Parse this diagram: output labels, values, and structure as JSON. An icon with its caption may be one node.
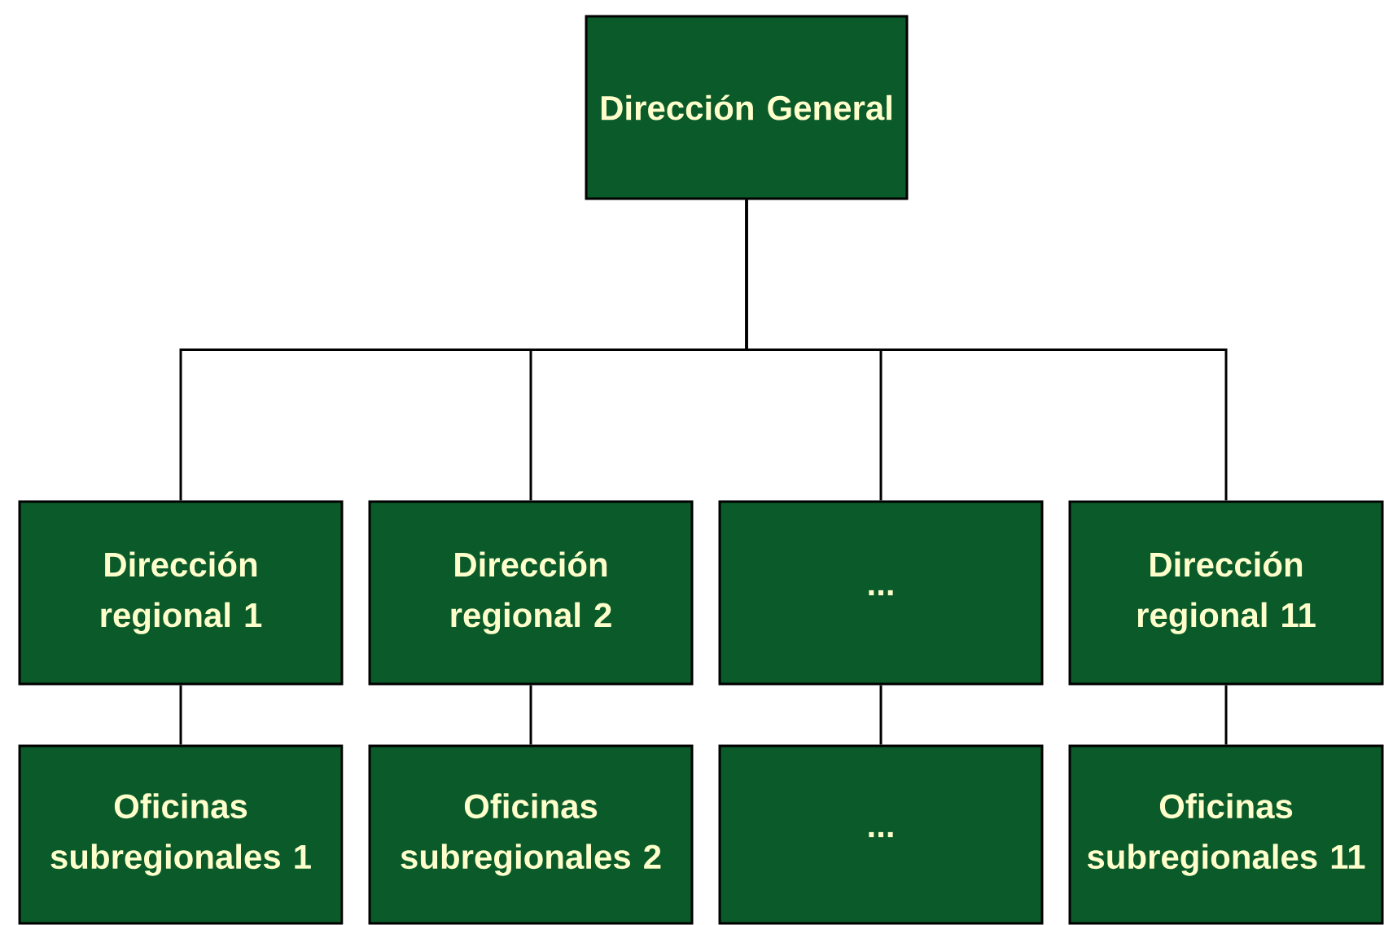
{
  "diagram": {
    "nodes": [
      {
        "text": [
          "Dirección General"
        ]
      },
      {
        "text": [
          "Dirección regional 1"
        ]
      },
      {
        "text": [
          "Dirección regional 2"
        ]
      },
      {
        "text": [
          "..."
        ]
      },
      {
        "text": [
          "Dirección regional 11"
        ]
      },
      {
        "text": [
          "Oficinas subregionales 1"
        ]
      },
      {
        "text": [
          "Oficinas subregionales 2"
        ]
      },
      {
        "text": [
          "..."
        ]
      },
      {
        "text": [
          "Oficinas subregionales 11"
        ]
      }
    ],
    "edges": [
      {
        "from": 0,
        "to": 1,
        "arrow": "none"
      },
      {
        "from": 0,
        "to": 2,
        "arrow": "none"
      },
      {
        "from": 0,
        "to": 3,
        "arrow": "none"
      },
      {
        "from": 0,
        "to": 4,
        "arrow": "none"
      },
      {
        "from": 1,
        "to": 5,
        "arrow": "none"
      },
      {
        "from": 2,
        "to": 6,
        "arrow": "none"
      },
      {
        "from": 3,
        "to": 7,
        "arrow": "none"
      },
      {
        "from": 4,
        "to": 8,
        "arrow": "none"
      }
    ]
  }
}
